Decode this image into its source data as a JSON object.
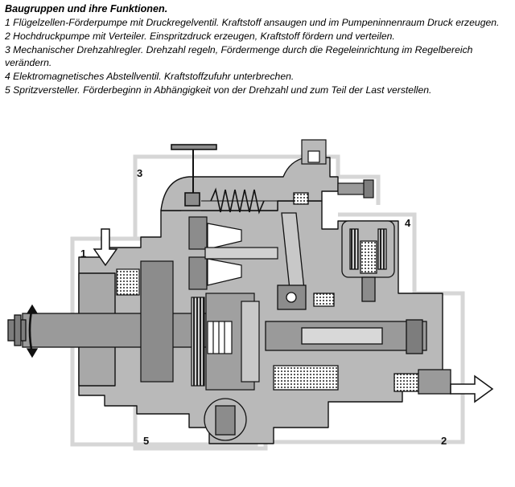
{
  "heading": "Baugruppen und ihre Funktionen.",
  "items": [
    "1 Flügelzellen-Förderpumpe mit Druckregelventil. Kraftstoff ansaugen und im Pumpeninnenraum Druck erzeugen.",
    "2 Hochdruckpumpe mit Verteiler. Einspritzdruck erzeugen, Kraftstoff fördern und verteilen.",
    "3 Mechanischer Drehzahlregler. Drehzahl regeln, Fördermenge durch die Regeleinrichtung im Regelbe­reich verändern.",
    "4 Elektromagnetisches Abstellventil. Kraftstoffzufuhr unterbrechen.",
    "5 Spritzversteller. Förderbeginn in Abhängigkeit von der Drehzahl und zum Teil der Last verstellen."
  ],
  "labels": {
    "l1": "1",
    "l2": "2",
    "l3": "3",
    "l4": "4",
    "l5": "5"
  },
  "colors": {
    "housing": "#b9b9b9",
    "dark": "#8c8c8c",
    "frame": "#d6d6d6",
    "line": "#111111"
  }
}
